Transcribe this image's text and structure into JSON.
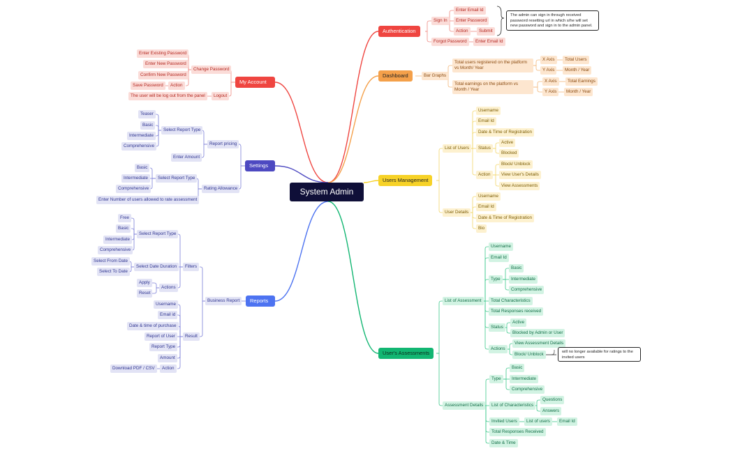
{
  "root": "System Admin",
  "authentication": {
    "label": "Authentication",
    "sign_in": "Sign In",
    "enter_email": "Enter Email Id",
    "enter_password": "Enter Password",
    "action": "Action",
    "submit": "Submit",
    "forgot_password": "Forgot Password",
    "forgot_email": "Enter Email Id",
    "note": "The admin can sign in through received password resetting url in which s/he will set new password and sign in to the admin panel."
  },
  "dashboard": {
    "label": "Dashboard",
    "bar_graphs": "Bar Graphs",
    "graph1": "Total users registered on the platform vs Month/ Year",
    "graph2": "Total earnings on the platform vs Month / Year",
    "x_axis": "X Axis",
    "y_axis": "Y Axis",
    "total_users": "Total Users",
    "month_year_1": "Month / Year",
    "total_earnings": "Total Earnings",
    "month_year_2": "Month / Year"
  },
  "users_management": {
    "label": "Users Management",
    "list_of_users": "List of Users",
    "username": "Username",
    "email_id": "Email Id",
    "date_time": "Date & Time of Registration",
    "status": "Status",
    "active": "Active",
    "blocked": "Blocked",
    "action": "Action",
    "block_unblock": "Block/ Unblock",
    "view_details": "View User's Details",
    "view_assessments": "View Assessments",
    "user_details": "User Details",
    "ud_username": "Username",
    "ud_email": "Email Id",
    "ud_date_time": "Date & Time of Registration",
    "ud_bio": "Bio"
  },
  "users_assessments": {
    "label": "User's Assessments",
    "list_of_assessment": "List of Assessment",
    "username": "Username",
    "email_id": "Email Id",
    "type": "Type",
    "basic": "Basic",
    "intermediate": "Intermediate",
    "comprehensive": "Comprehensive",
    "total_characteristics": "Total Characteristics",
    "total_responses": "Total Responses received",
    "status": "Status",
    "active": "Active",
    "blocked_by": "Blocked by Admin or User",
    "actions": "Actions",
    "view_details": "View Assessment Details",
    "block_unblock": "Block/ Unblock",
    "note": "will no longer available for ratings to the invited users",
    "assessment_details": "Assessment Details",
    "ad_type": "Type",
    "ad_basic": "Basic",
    "ad_intermediate": "Intermediate",
    "ad_comprehensive": "Comprehensive",
    "list_of_characteristics": "List of Characteristics",
    "questions": "Questions",
    "answers": "Answers",
    "invited_users": "Invited Users",
    "list_of_users": "List of users",
    "ad_email": "Email Id",
    "total_responses_received": "Total Responses Received",
    "date_time": "Date & Time"
  },
  "my_account": {
    "label": "My Account",
    "change_password": "Change Password",
    "enter_existing": "Enter Existing Password",
    "enter_new": "Enter New Password",
    "confirm_new": "Confirm New Password",
    "action": "Action",
    "save_password": "Save Password",
    "logout": "Logout",
    "logout_note": "The user will be log out from the panel"
  },
  "settings": {
    "label": "Settings",
    "report_pricing": "Report pricing",
    "select_report_type": "Select Report Type",
    "teaser": "Teaser",
    "basic": "Basic",
    "intermediate": "Intermediate",
    "comprehensive": "Comprehensive",
    "enter_amount": "Enter Amount",
    "rating_allowance": "Rating Allowance",
    "ra_select_type": "Select Report Type",
    "ra_basic": "Basic",
    "ra_intermediate": "Intermediate",
    "ra_comprehensive": "Comprehensive",
    "enter_number": "Enter Number of users allowed to rate assessment"
  },
  "reports": {
    "label": "Reports",
    "business_report": "Business Report",
    "filters": "Filters",
    "select_report_type": "Select Report Type",
    "free": "Free",
    "basic": "Basic",
    "intermediate": "Intermediate",
    "comprehensive": "Comprehensive",
    "select_date_duration": "Select Date Duration",
    "select_from": "Select From Date",
    "select_to": "Select To Date",
    "actions": "Actions",
    "apply": "Apply",
    "reset": "Reset",
    "result": "Result",
    "username": "Username",
    "email_id": "Email id",
    "date_time_purchase": "Date & time of purchase",
    "report_of_user": "Report of User",
    "report_type": "Report Type",
    "amount": "Amount",
    "action": "Action",
    "download": "Download PDF / CSV"
  },
  "colors": {
    "authentication": "#ef4540",
    "dashboard": "#f4a04a",
    "users_management": "#f7d227",
    "users_assessments": "#12b672",
    "my_account": "#ef4540",
    "settings": "#4d49c1",
    "reports": "#4d73f1"
  }
}
